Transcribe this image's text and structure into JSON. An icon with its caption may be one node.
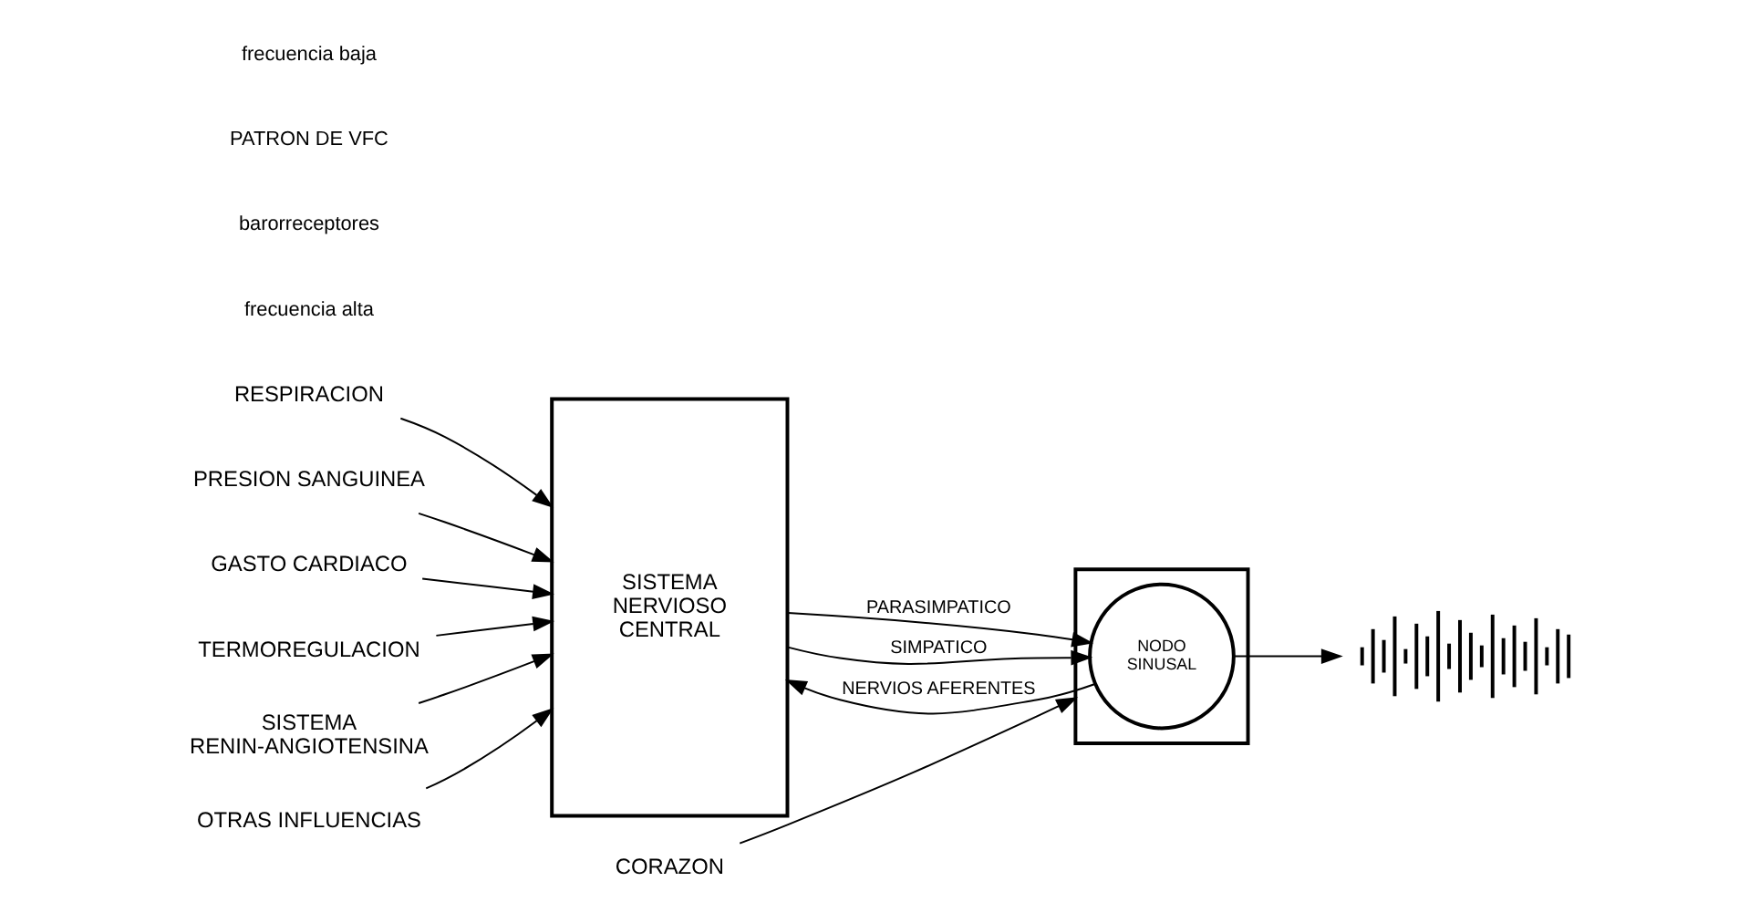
{
  "diagram": {
    "nodes": [
      {
        "text": [
          "RESPIRACION"
        ]
      },
      {
        "text": [
          "PRESION SANGUINEA"
        ]
      },
      {
        "text": [
          "GASTO CARDIACO"
        ]
      },
      {
        "text": [
          "TERMOREGULACION"
        ]
      },
      {
        "text": [
          "SISTEMA RENIN-ANGIOTENSINA"
        ]
      },
      {
        "text": [
          "OTRAS INFLUENCIAS"
        ]
      },
      {
        "text": [
          "SISTEMA NERVIOSO CENTRAL"
        ]
      },
      {
        "text": [],
        "shape": "box"
      },
      {
        "text": [
          "NODO SINUSAL"
        ],
        "in": 7
      },
      {
        "text": [
          "CORAZON"
        ]
      },
      {
        "text": [],
        "shape": "picture"
      }
    ],
    "edges": [
      {
        "from": 0,
        "to": 6,
        "arrow": "to"
      },
      {
        "from": 1,
        "to": 6,
        "arrow": "to"
      },
      {
        "from": 2,
        "to": 6,
        "arrow": "to"
      },
      {
        "from": 3,
        "to": 6,
        "arrow": "to"
      },
      {
        "from": 4,
        "to": 6,
        "arrow": "to"
      },
      {
        "from": 5,
        "to": 6,
        "arrow": "to"
      },
      {
        "from": 6,
        "to": 8,
        "arrow": "to",
        "label": "PARASIMPATICO"
      },
      {
        "from": 8,
        "to": 6,
        "arrow": "to",
        "label": "NERVIOS AFERENTES"
      },
      {
        "from": 6,
        "to": 8,
        "arrow": "to",
        "label": "SIMPATICO"
      },
      {
        "from": 8,
        "to": 10,
        "arrow": "to"
      },
      {
        "from": 9,
        "to": 7,
        "arrow": "to"
      }
    ],
    "labels": [
      "frecuencia alta",
      "barorreceptores",
      "PATRON DE VFC",
      "frecuencia baja"
    ]
  }
}
